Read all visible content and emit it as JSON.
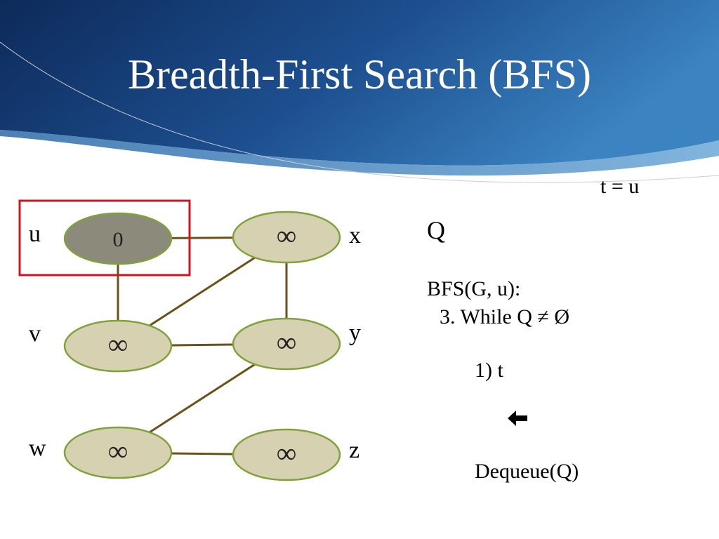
{
  "slide": {
    "title": "Breadth-First Search (BFS)"
  },
  "graph": {
    "nodes": [
      {
        "id": "u",
        "label": "u",
        "value": "0",
        "highlighted": true
      },
      {
        "id": "x",
        "label": "x",
        "value": "∞",
        "highlighted": false
      },
      {
        "id": "v",
        "label": "v",
        "value": "∞",
        "highlighted": false
      },
      {
        "id": "y",
        "label": "y",
        "value": "∞",
        "highlighted": false
      },
      {
        "id": "w",
        "label": "w",
        "value": "∞",
        "highlighted": false
      },
      {
        "id": "z",
        "label": "z",
        "value": "∞",
        "highlighted": false
      }
    ],
    "edges": [
      [
        "u",
        "x"
      ],
      [
        "u",
        "v"
      ],
      [
        "v",
        "x"
      ],
      [
        "v",
        "y"
      ],
      [
        "x",
        "y"
      ],
      [
        "y",
        "w"
      ],
      [
        "w",
        "z"
      ]
    ],
    "colors": {
      "node_fill": "#d6d1b1",
      "node_fill_active": "#8c8a7b",
      "node_stroke": "#7fa23a",
      "edge": "#6b5218",
      "selection_box": "#d0141c"
    }
  },
  "state": {
    "t_assignment": "t = u",
    "queue_label": "Q",
    "queue_items": []
  },
  "pseudocode": {
    "header": "BFS(G, u):",
    "line_3": "3. While Q ≠ Ø",
    "line_1_prefix": "1) t",
    "line_1_arrow_icon": "left-arrow-icon",
    "line_1_suffix": "Dequeue(Q)"
  },
  "theme": {
    "banner_dark": "#0e2b5c",
    "banner_light": "#3f86c3"
  }
}
